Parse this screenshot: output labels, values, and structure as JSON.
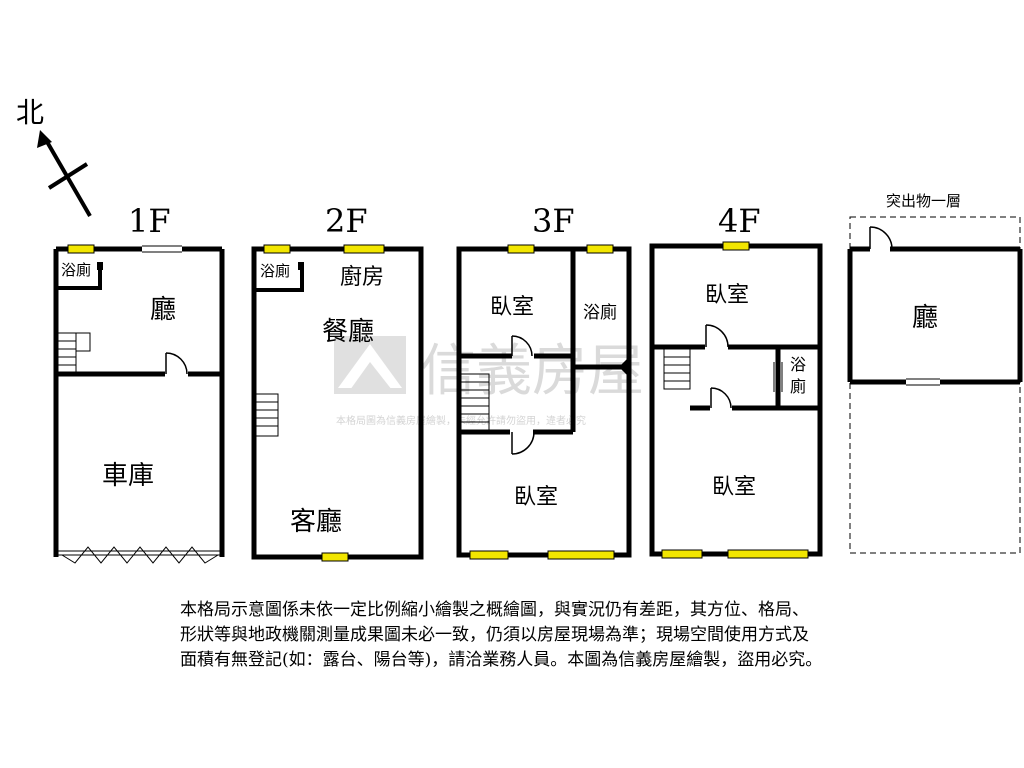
{
  "compass": {
    "label": "北"
  },
  "floors": [
    {
      "title": "1F",
      "rooms": [
        "浴廁",
        "廳",
        "車庫"
      ]
    },
    {
      "title": "2F",
      "rooms": [
        "浴廁",
        "廚房",
        "餐廳",
        "客廳"
      ]
    },
    {
      "title": "3F",
      "rooms": [
        "臥室",
        "浴廁",
        "臥室"
      ]
    },
    {
      "title": "4F",
      "rooms": [
        "臥室",
        "浴",
        "廁",
        "臥室"
      ]
    },
    {
      "title": "突出物一層",
      "rooms": [
        "廳"
      ]
    }
  ],
  "watermark": {
    "brand": "信義房屋",
    "notice": "本格局圖為信義房屋繪製，未經允許請勿盜用，違者必究"
  },
  "disclaimer": [
    "本格局示意圖係未依一定比例縮小繪製之概繪圖，與實況仍有差距，其方位、格局、",
    "形狀等與地政機關測量成果圖未必一致，仍須以房屋現場為準；現場空間使用方式及",
    "面積有無登記(如：露台、陽台等)，請洽業務人員。本圖為信義房屋繪製，盜用必究。"
  ],
  "colors": {
    "wall": "#000000",
    "window": "#f2e600",
    "watermark": "#c8c8c8"
  }
}
